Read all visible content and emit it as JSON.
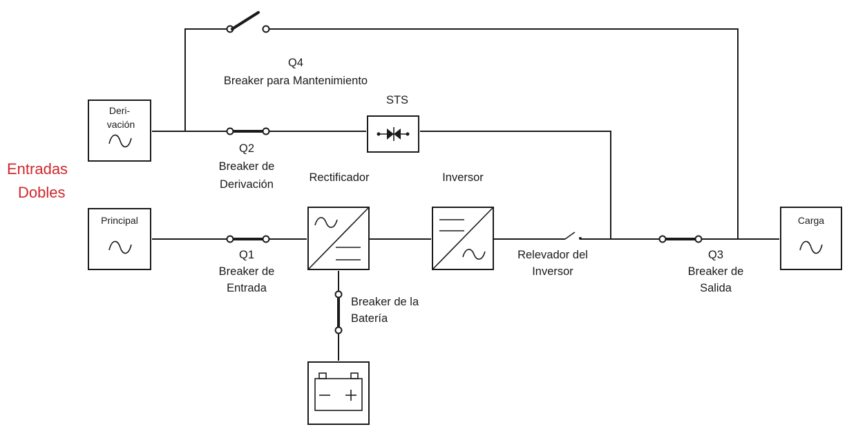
{
  "diagram": {
    "title": "Entradas Dobles",
    "sources": {
      "bypass_box": {
        "label": "Deri-vación"
      },
      "main_box": {
        "label": "Principal"
      },
      "load_box": {
        "label": "Carga"
      }
    },
    "components": {
      "sts": {
        "label": "STS"
      },
      "rectifier": {
        "label": "Rectificador"
      },
      "inverter": {
        "label": "Inversor"
      }
    },
    "breakers": {
      "q1": {
        "id": "Q1",
        "line1": "Breaker de",
        "line2": "Entrada"
      },
      "q2": {
        "id": "Q2",
        "line1": "Breaker de",
        "line2": "Derivación"
      },
      "q3": {
        "id": "Q3",
        "line1": "Breaker de",
        "line2": "Salida"
      },
      "q4": {
        "id": "Q4",
        "line1": "Breaker para Mantenimiento"
      },
      "battery": {
        "line1": "Breaker de la",
        "line2": "Batería"
      }
    },
    "relay": {
      "line1": "Relevador del",
      "line2": "Inversor"
    }
  }
}
